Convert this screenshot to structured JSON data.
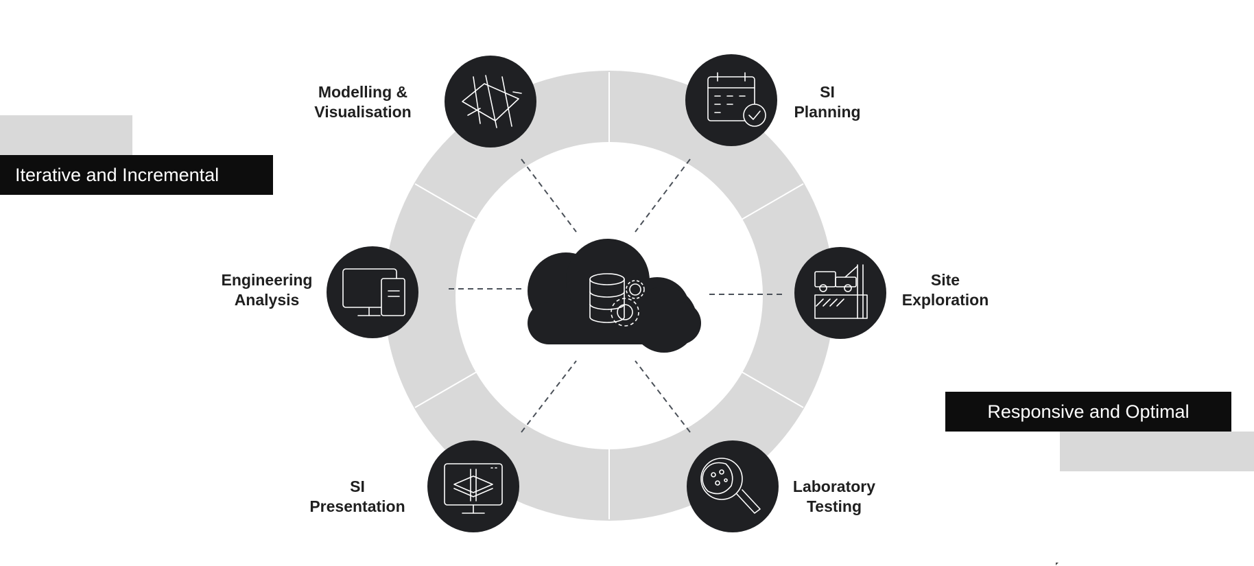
{
  "banners": {
    "left": "Iterative and Incremental",
    "right": "Responsive and Optimal"
  },
  "center": {
    "icon": "cloud-database-gears-icon"
  },
  "nodes": [
    {
      "id": "modelling",
      "lines": [
        "Modelling &",
        "Visualisation"
      ],
      "icon": "terrain-model-icon"
    },
    {
      "id": "si-planning",
      "lines": [
        "SI",
        "Planning"
      ],
      "icon": "calendar-check-icon"
    },
    {
      "id": "engineering",
      "lines": [
        "Engineering",
        "Analysis"
      ],
      "icon": "computer-tower-icon"
    },
    {
      "id": "site",
      "lines": [
        "Site",
        "Exploration"
      ],
      "icon": "drilling-rig-icon"
    },
    {
      "id": "si-presentation",
      "lines": [
        "SI",
        "Presentation"
      ],
      "icon": "monitor-layers-icon"
    },
    {
      "id": "laboratory",
      "lines": [
        "Laboratory",
        "Testing"
      ],
      "icon": "magnifier-sample-icon"
    }
  ],
  "colors": {
    "ring": "#d9d9d9",
    "node": "#1f2023",
    "banner": "#0d0d0d",
    "connector": "#4a5058",
    "text": "#1f1f1f"
  }
}
